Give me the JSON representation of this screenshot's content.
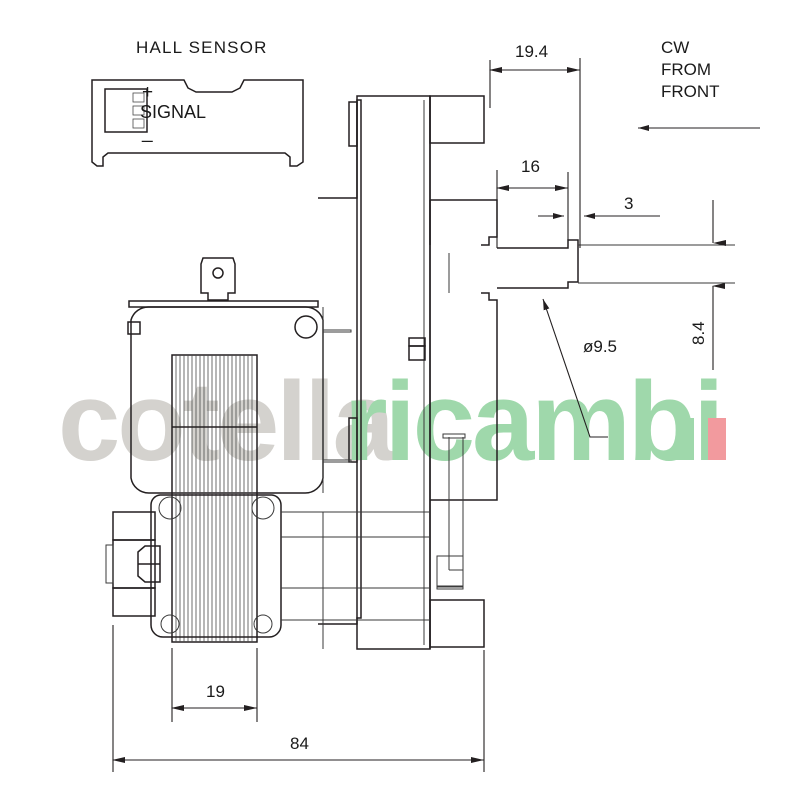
{
  "drawing": {
    "kind": "technical-drawing",
    "subject": "gear motor side elevation",
    "background_color": "#ffffff",
    "line_color": "#231f20"
  },
  "labels": {
    "hall_sensor_title": "HALL SENSOR",
    "pin_plus": "+",
    "pin_signal": "SIGNAL",
    "pin_minus": "_",
    "rotation_note_line1": "CW",
    "rotation_note_line2": "FROM",
    "rotation_note_line3": "FRONT"
  },
  "dimensions": {
    "shaft_face_offset": "19.4",
    "shaft_length_16": "16",
    "step_width_3": "3",
    "shaft_diameter": "ø9.5",
    "shaft_height": "8.4",
    "stack_width": "19",
    "overall_length": "84"
  },
  "watermark": {
    "text_gray": "cotella",
    "text_green": "ricambi",
    "color_gray": "#d4d2ce",
    "color_green": "#9fd8ab",
    "color_red": "#f29a9e",
    "dot_green": "#9fd8ab",
    "dot_red": "#f29a9e"
  }
}
